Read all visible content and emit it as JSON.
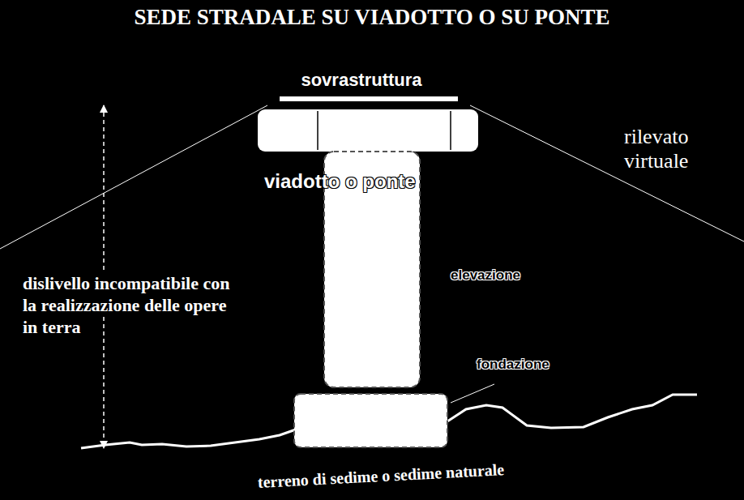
{
  "diagram": {
    "title": "SEDE STRADALE SU VIADOTTO O SU PONTE",
    "labels": [
      "sovrastruttura",
      "rilevato virtuale",
      "viadotto o ponte",
      "dislivello incompatibile con la realizzazione delle opere in terra",
      "elevazione",
      "fondazione",
      "terreno di sedime o sedime naturale"
    ]
  }
}
